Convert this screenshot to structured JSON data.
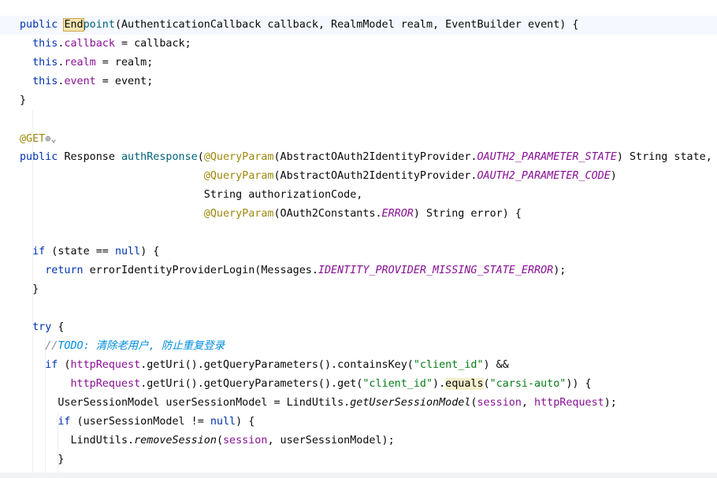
{
  "editor": {
    "lines": [
      {
        "spans": [
          {
            "t": "public ",
            "c": "kw"
          },
          {
            "t": "End",
            "c": "hl"
          },
          {
            "t": "point",
            "c": "meth"
          },
          {
            "t": "(AuthenticationCallback callback, RealmModel realm, EventBuilder event) {",
            "c": ""
          }
        ]
      },
      {
        "spans": [
          {
            "t": "  ",
            "c": ""
          },
          {
            "t": "this",
            "c": "kw"
          },
          {
            "t": ".",
            "c": ""
          },
          {
            "t": "callback",
            "c": "fld"
          },
          {
            "t": " = callback;",
            "c": ""
          }
        ]
      },
      {
        "spans": [
          {
            "t": "  ",
            "c": ""
          },
          {
            "t": "this",
            "c": "kw"
          },
          {
            "t": ".",
            "c": ""
          },
          {
            "t": "realm",
            "c": "fld"
          },
          {
            "t": " = realm;",
            "c": ""
          }
        ]
      },
      {
        "spans": [
          {
            "t": "  ",
            "c": ""
          },
          {
            "t": "this",
            "c": "kw"
          },
          {
            "t": ".",
            "c": ""
          },
          {
            "t": "event",
            "c": "fld"
          },
          {
            "t": " = event;",
            "c": ""
          }
        ]
      },
      {
        "spans": [
          {
            "t": "}",
            "c": ""
          }
        ]
      },
      {
        "spans": []
      },
      {
        "spans": [
          {
            "t": "@GET",
            "c": "ann"
          },
          {
            "t": "⊕⌄",
            "c": "icon"
          }
        ]
      },
      {
        "spans": [
          {
            "t": "public ",
            "c": "kw"
          },
          {
            "t": "Response ",
            "c": ""
          },
          {
            "t": "authResponse",
            "c": "meth"
          },
          {
            "t": "(",
            "c": ""
          },
          {
            "t": "@QueryParam",
            "c": "ann"
          },
          {
            "t": "(AbstractOAuth2IdentityProvider.",
            "c": ""
          },
          {
            "t": "OAUTH2_PARAMETER_STATE",
            "c": "const"
          },
          {
            "t": ") String state,",
            "c": ""
          }
        ]
      },
      {
        "spans": [
          {
            "t": "                             ",
            "c": ""
          },
          {
            "t": "@QueryParam",
            "c": "ann"
          },
          {
            "t": "(AbstractOAuth2IdentityProvider.",
            "c": ""
          },
          {
            "t": "OAUTH2_PARAMETER_CODE",
            "c": "const"
          },
          {
            "t": ")",
            "c": ""
          }
        ]
      },
      {
        "spans": [
          {
            "t": "                             ",
            "c": ""
          },
          {
            "t": "String authorizationCode,",
            "c": ""
          }
        ]
      },
      {
        "spans": [
          {
            "t": "                             ",
            "c": ""
          },
          {
            "t": "@QueryParam",
            "c": "ann"
          },
          {
            "t": "(OAuth2Constants.",
            "c": ""
          },
          {
            "t": "ERROR",
            "c": "const"
          },
          {
            "t": ") String error) {",
            "c": ""
          }
        ]
      },
      {
        "spans": []
      },
      {
        "spans": [
          {
            "t": "  ",
            "c": ""
          },
          {
            "t": "if",
            "c": "kw"
          },
          {
            "t": " (state == ",
            "c": ""
          },
          {
            "t": "null",
            "c": "kw"
          },
          {
            "t": ") {",
            "c": ""
          }
        ]
      },
      {
        "spans": [
          {
            "t": "    ",
            "c": ""
          },
          {
            "t": "return",
            "c": "kw"
          },
          {
            "t": " errorIdentityProviderLogin(Messages.",
            "c": ""
          },
          {
            "t": "IDENTITY_PROVIDER_MISSING_STATE_ERROR",
            "c": "const"
          },
          {
            "t": ");",
            "c": ""
          }
        ]
      },
      {
        "spans": [
          {
            "t": "  }",
            "c": ""
          }
        ]
      },
      {
        "spans": []
      },
      {
        "spans": [
          {
            "t": "  ",
            "c": ""
          },
          {
            "t": "try",
            "c": "kw"
          },
          {
            "t": " {",
            "c": ""
          }
        ]
      },
      {
        "spans": [
          {
            "t": "    ",
            "c": ""
          },
          {
            "t": "//",
            "c": "cmt"
          },
          {
            "t": "TODO: 清除老用户, 防止重复登录",
            "c": "todo"
          }
        ]
      },
      {
        "spans": [
          {
            "t": "    ",
            "c": ""
          },
          {
            "t": "if",
            "c": "kw"
          },
          {
            "t": " (",
            "c": ""
          },
          {
            "t": "httpRequest",
            "c": "fld"
          },
          {
            "t": ".getUri().getQueryParameters().containsKey(",
            "c": ""
          },
          {
            "t": "\"client_id\"",
            "c": "str"
          },
          {
            "t": ") &&",
            "c": ""
          }
        ]
      },
      {
        "spans": [
          {
            "t": "        ",
            "c": ""
          },
          {
            "t": "httpRequest",
            "c": "fld"
          },
          {
            "t": ".getUri().getQueryParameters().get(",
            "c": ""
          },
          {
            "t": "\"client_id\"",
            "c": "str"
          },
          {
            "t": ").",
            "c": ""
          },
          {
            "t": "equals",
            "c": "matchhl"
          },
          {
            "t": "(",
            "c": ""
          },
          {
            "t": "\"carsi-auto\"",
            "c": "str"
          },
          {
            "t": ")) {",
            "c": ""
          }
        ]
      },
      {
        "spans": [
          {
            "t": "      ",
            "c": ""
          },
          {
            "t": "UserSessionModel userSessionModel = LindUtils.",
            "c": ""
          },
          {
            "t": "getUserSessionModel",
            "c": "smeth"
          },
          {
            "t": "(",
            "c": ""
          },
          {
            "t": "session",
            "c": "fld"
          },
          {
            "t": ", ",
            "c": ""
          },
          {
            "t": "httpRequest",
            "c": "fld"
          },
          {
            "t": ");",
            "c": ""
          }
        ]
      },
      {
        "spans": [
          {
            "t": "      ",
            "c": ""
          },
          {
            "t": "if",
            "c": "kw"
          },
          {
            "t": " (userSessionModel != ",
            "c": ""
          },
          {
            "t": "null",
            "c": "kw"
          },
          {
            "t": ") {",
            "c": ""
          }
        ]
      },
      {
        "spans": [
          {
            "t": "        ",
            "c": ""
          },
          {
            "t": "LindUtils.",
            "c": ""
          },
          {
            "t": "removeSession",
            "c": "smeth"
          },
          {
            "t": "(",
            "c": ""
          },
          {
            "t": "session",
            "c": "fld"
          },
          {
            "t": ", userSessionModel);",
            "c": ""
          }
        ]
      },
      {
        "spans": [
          {
            "t": "      }",
            "c": ""
          }
        ]
      }
    ]
  }
}
